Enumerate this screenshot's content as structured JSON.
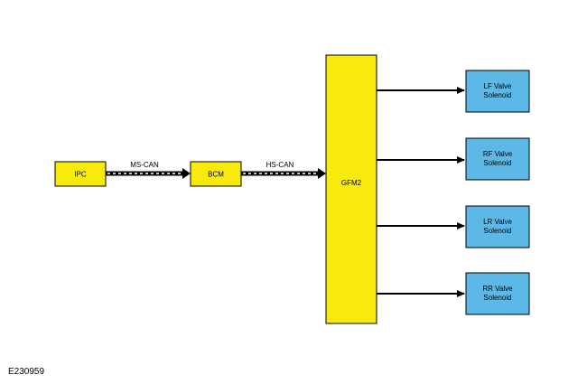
{
  "figure_id": "E230959",
  "colors": {
    "module_fill": "#f7ea0c",
    "solenoid_fill": "#5cb8e6",
    "stroke": "#000000",
    "bus_dash": "#ffffff"
  },
  "modules": {
    "ipc": "IPC",
    "bcm": "BCM",
    "gfm2": "GFM2"
  },
  "buses": {
    "ipc_to_bcm": "MS-CAN",
    "bcm_to_gfm2": "HS-CAN"
  },
  "solenoids": [
    {
      "line1": "LF Valve",
      "line2": "Solenoid"
    },
    {
      "line1": "RF Valve",
      "line2": "Solenoid"
    },
    {
      "line1": "LR Valve",
      "line2": "Solenoid"
    },
    {
      "line1": "RR Valve",
      "line2": "Solenoid"
    }
  ]
}
